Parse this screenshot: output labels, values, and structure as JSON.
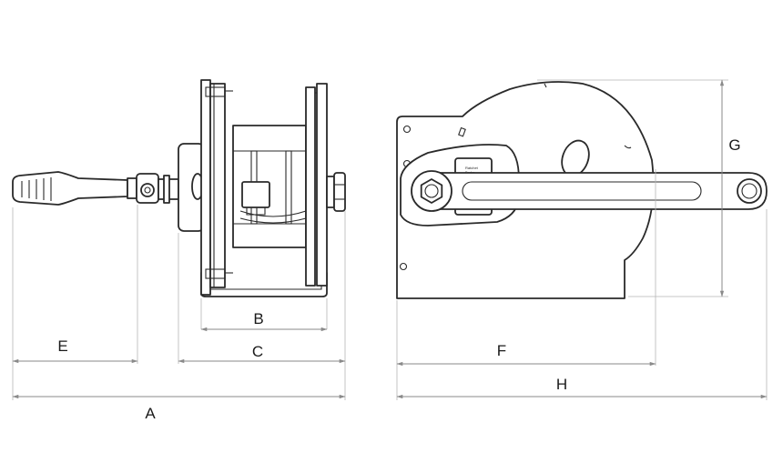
{
  "labels": {
    "A": "A",
    "B": "B",
    "C": "C",
    "E": "E",
    "F": "F",
    "G": "G",
    "H": "H"
  },
  "colors": {
    "line": "#2a2a2a",
    "dimension_line": "#8a8a8a",
    "extension_line": "#b5b5b5",
    "background": "#ffffff"
  }
}
